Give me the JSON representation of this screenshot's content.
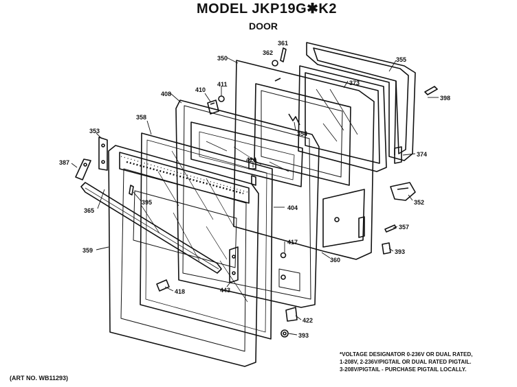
{
  "header": {
    "title": "MODEL JKP19G✱K2",
    "subtitle": "DOOR"
  },
  "callouts": {
    "c350": "350",
    "c355": "355",
    "c361": "361",
    "c362": "362",
    "c373": "373",
    "c398": "398",
    "c408": "408",
    "c410": "410",
    "c411": "411",
    "c354": "354",
    "c374": "374",
    "c358": "358",
    "c353": "353",
    "c387": "387",
    "c424": "424",
    "c365": "365",
    "c395": "395",
    "c404": "404",
    "c352": "352",
    "c357": "357",
    "c393a": "393",
    "c417": "417",
    "c359": "359",
    "c360": "360",
    "c443": "443",
    "c418": "418",
    "c422": "422",
    "c393b": "393"
  },
  "footnote": {
    "line1": "*VOLTAGE DESIGNATOR 0-236V OR DUAL RATED,",
    "line2": "1-208V, 2-236V/PIGTAIL OR DUAL RATED PIGTAIL.",
    "line3": "3-208V/PIGTAIL - PURCHASE PIGTAIL LOCALLY."
  },
  "art_number": "(ART NO. WB11293)"
}
